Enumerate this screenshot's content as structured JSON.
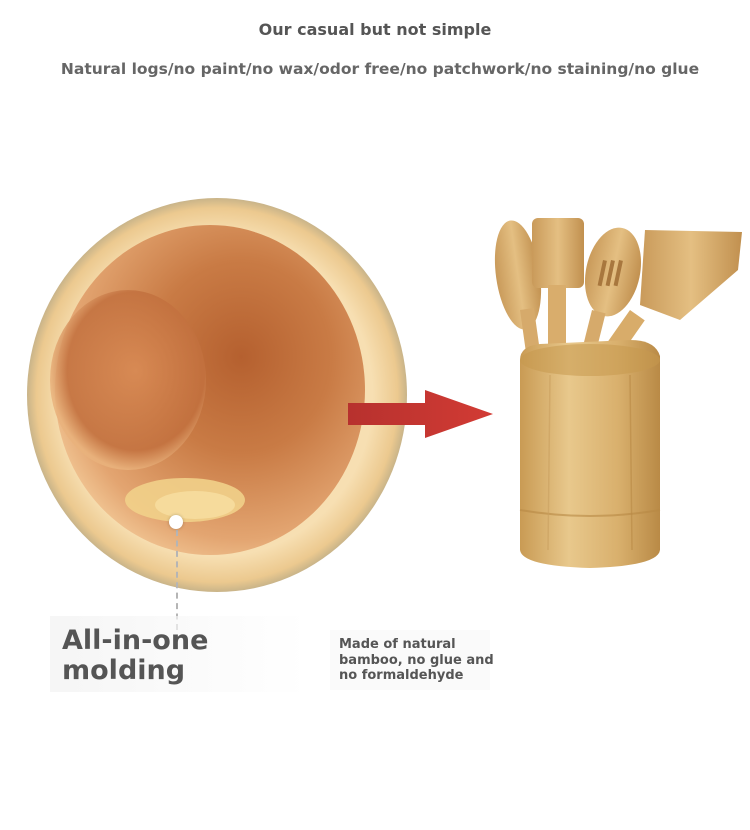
{
  "header": {
    "title": "Our casual but not simple",
    "subtitle": "Natural logs/no paint/no wax/odor free/no patchwork/no staining/no glue"
  },
  "callout": {
    "label": "All-in-one\nmolding",
    "note": "Made of natural\nbamboo, no glue and\nno formaldehyde"
  },
  "colors": {
    "arrow": "#c4302b",
    "wood_light": "#f4d9a8",
    "wood_inner": "#c87a45",
    "text": "#555555"
  },
  "icons": {
    "arrow": "right-arrow-icon"
  }
}
